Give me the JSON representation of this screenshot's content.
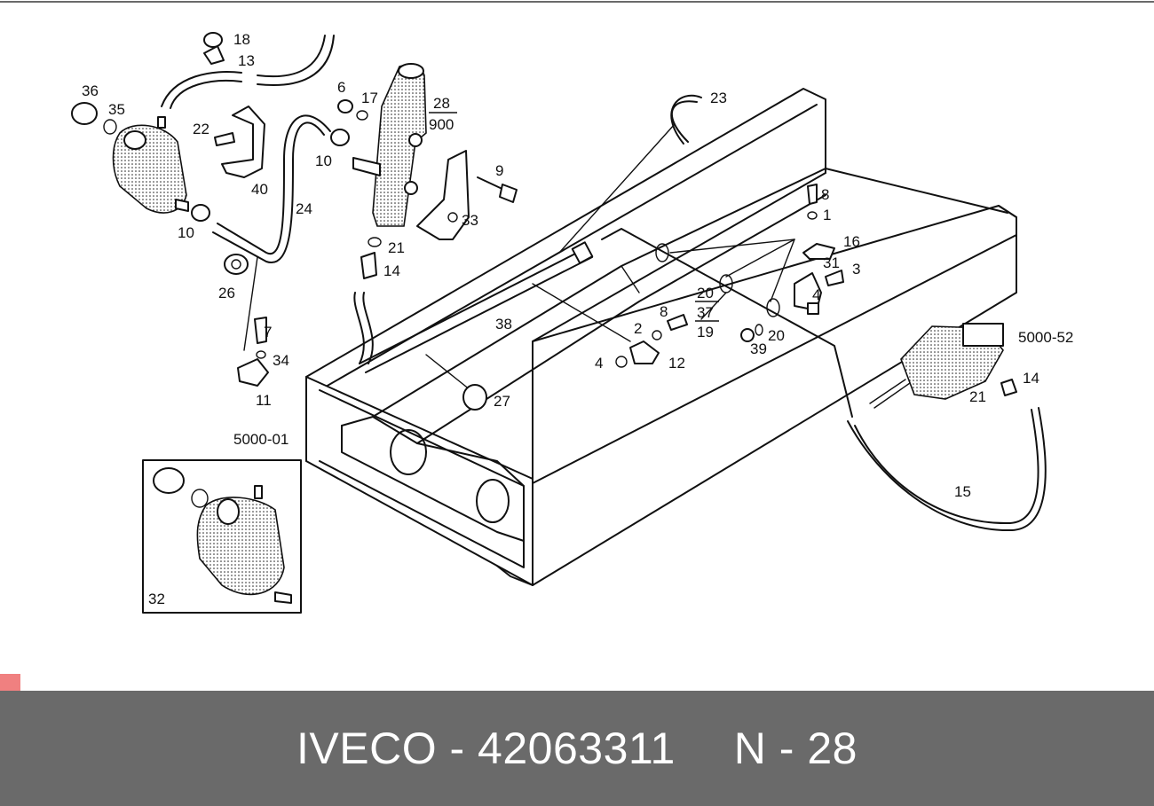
{
  "labels": {
    "l18": "18",
    "l13": "13",
    "l36": "36",
    "l35": "35",
    "l6": "6",
    "l17": "17",
    "l28": "28",
    "l900": "900",
    "l23": "23",
    "l22": "22",
    "l10a": "10",
    "l10b": "10",
    "l40": "40",
    "l24": "24",
    "l9": "9",
    "l33": "33",
    "l8a": "8",
    "l1": "1",
    "l21a": "21",
    "l16": "16",
    "l31": "31",
    "l3": "3",
    "l4a": "4",
    "l14a": "14",
    "l26": "26",
    "l20a": "20",
    "l37": "37",
    "l19": "19",
    "l20b": "20",
    "l2": "2",
    "l8b": "8",
    "l38": "38",
    "l7": "7",
    "l34": "34",
    "l4b": "4",
    "l12": "12",
    "l39": "39",
    "l5000_52": "5000-52",
    "l11": "11",
    "l27": "27",
    "l21b": "21",
    "l14b": "14",
    "l5000_01": "5000-01",
    "l15": "15",
    "l32": "32"
  },
  "footer": {
    "brand_part": "IVECO - 42063311",
    "ref": "N - 28"
  },
  "colors": {
    "footer_bg": "#6a6a6a",
    "footer_text": "#ffffff",
    "corner_mark": "#f08080"
  }
}
